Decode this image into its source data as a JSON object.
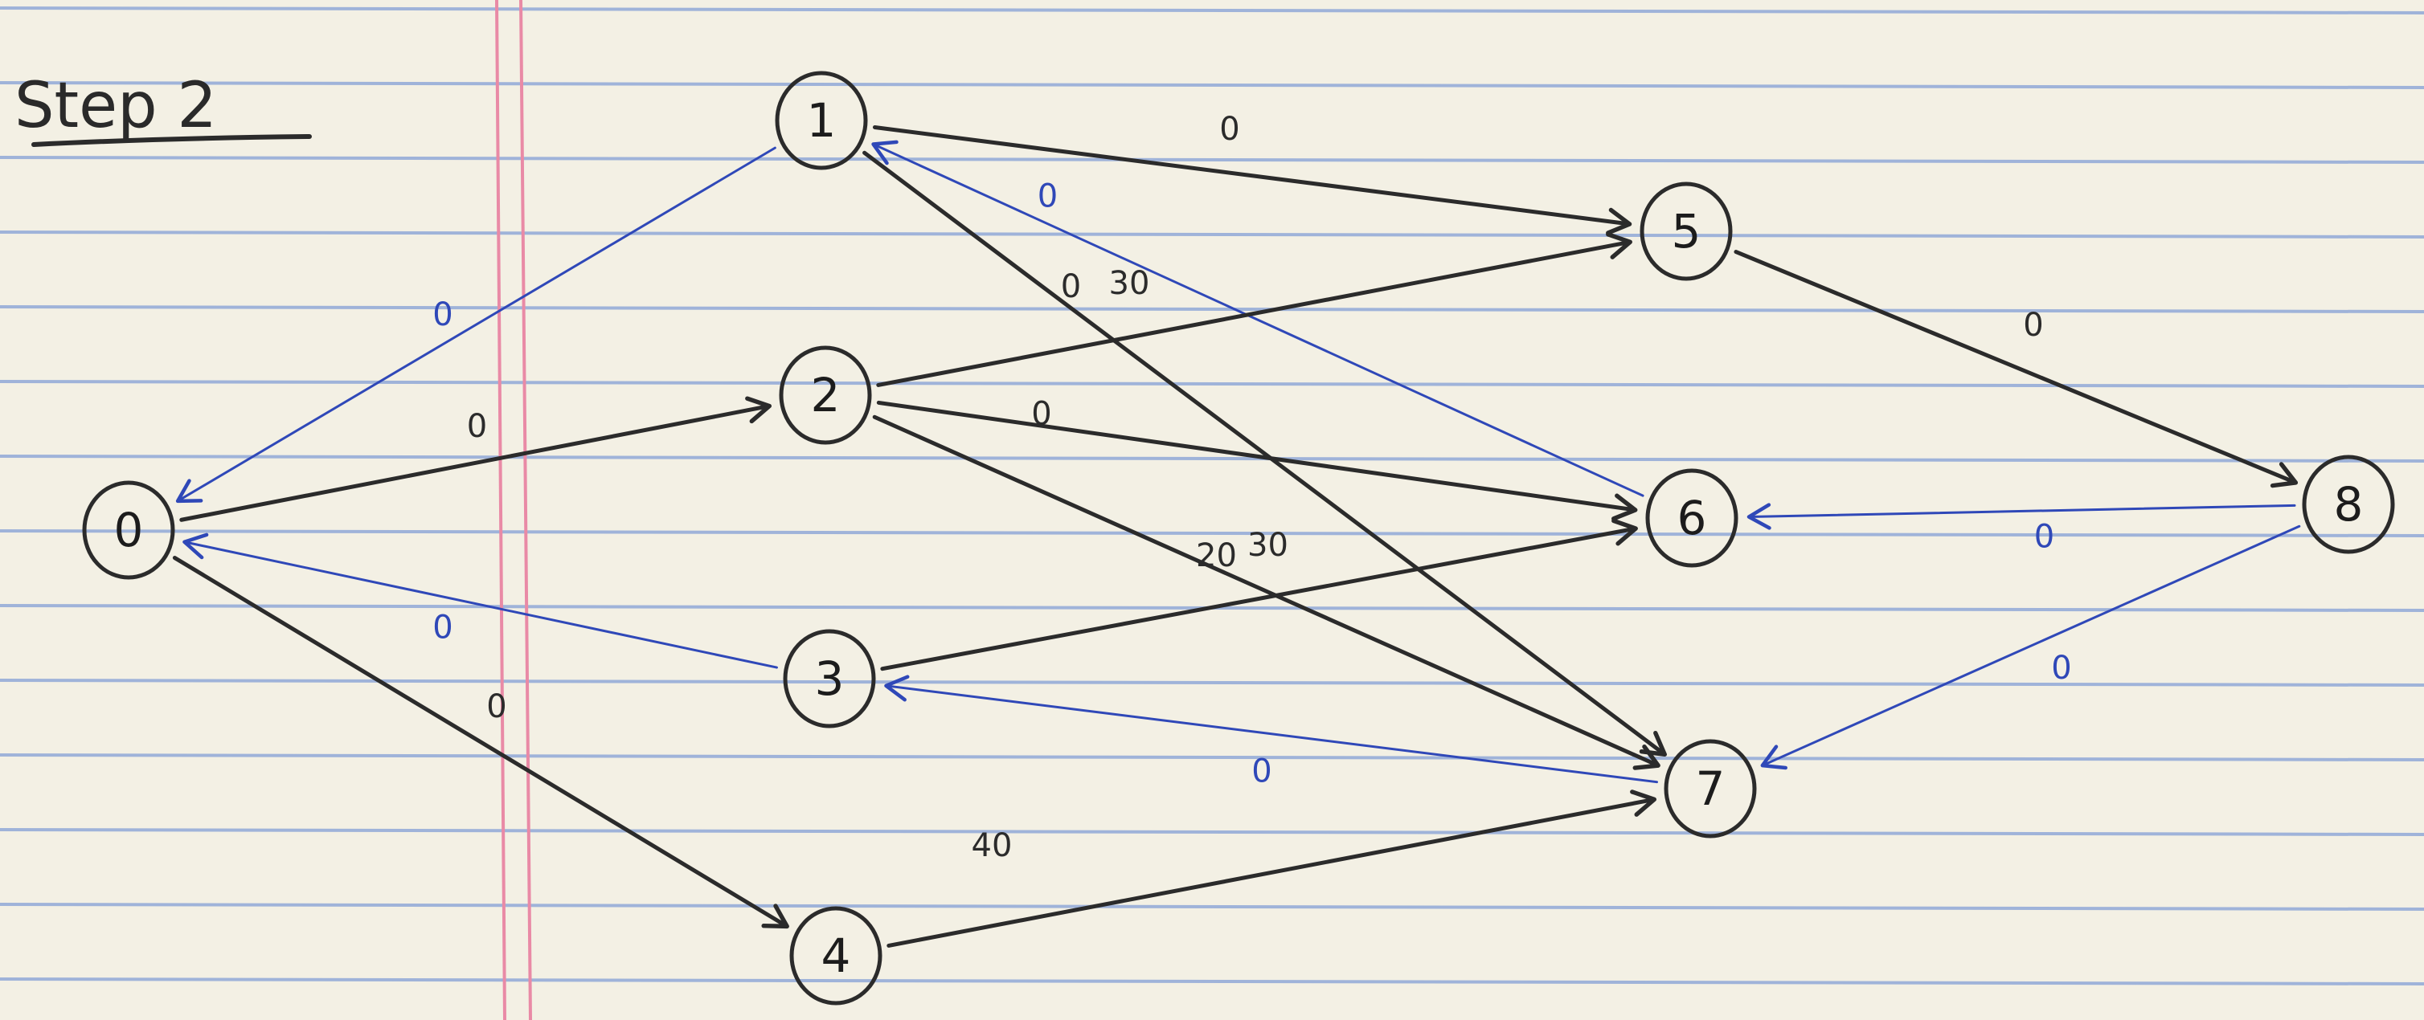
{
  "title": "Step 2",
  "colors": {
    "paper": "#f3f0e4",
    "rule_line": "#9fb3d9",
    "margin_line": "#e98aa6",
    "pencil": "#2b2b2b",
    "blue_ink": "#2f48b8"
  },
  "nodes": [
    {
      "id": "0",
      "label": "0"
    },
    {
      "id": "1",
      "label": "1"
    },
    {
      "id": "2",
      "label": "2"
    },
    {
      "id": "3",
      "label": "3"
    },
    {
      "id": "4",
      "label": "4"
    },
    {
      "id": "5",
      "label": "5"
    },
    {
      "id": "6",
      "label": "6"
    },
    {
      "id": "7",
      "label": "7"
    },
    {
      "id": "8",
      "label": "8"
    }
  ],
  "edges": [
    {
      "from": "0",
      "to": "2",
      "weight": "0",
      "ink": "pencil"
    },
    {
      "from": "0",
      "to": "4",
      "weight": "0",
      "ink": "pencil"
    },
    {
      "from": "1",
      "to": "0",
      "weight": "0",
      "ink": "blue"
    },
    {
      "from": "3",
      "to": "0",
      "weight": "0",
      "ink": "blue"
    },
    {
      "from": "1",
      "to": "5",
      "weight": "0",
      "ink": "pencil"
    },
    {
      "from": "6",
      "to": "1",
      "weight": "0",
      "ink": "blue"
    },
    {
      "from": "1",
      "to": "7",
      "weight": "30",
      "ink": "pencil"
    },
    {
      "from": "2",
      "to": "5",
      "weight": "0",
      "ink": "pencil"
    },
    {
      "from": "2",
      "to": "6",
      "weight": "0",
      "ink": "pencil"
    },
    {
      "from": "2",
      "to": "7",
      "weight": "30",
      "ink": "pencil"
    },
    {
      "from": "3",
      "to": "6",
      "weight": "20",
      "ink": "pencil"
    },
    {
      "from": "7",
      "to": "3",
      "weight": "0",
      "ink": "blue"
    },
    {
      "from": "4",
      "to": "7",
      "weight": "40",
      "ink": "pencil"
    },
    {
      "from": "5",
      "to": "8",
      "weight": "0",
      "ink": "pencil"
    },
    {
      "from": "8",
      "to": "6",
      "weight": "0",
      "ink": "blue"
    },
    {
      "from": "8",
      "to": "7",
      "weight": "0",
      "ink": "blue"
    }
  ]
}
